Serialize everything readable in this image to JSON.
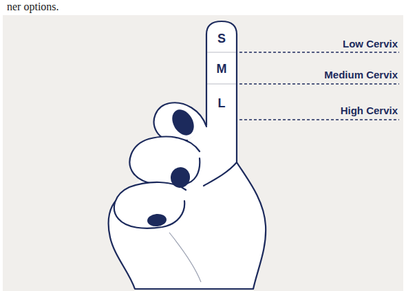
{
  "diagram": {
    "labels": [
      "ner options.",
      "S",
      "M",
      "L",
      "Low Cervix",
      "Medium Cervix",
      "High Cervix"
    ]
  }
}
